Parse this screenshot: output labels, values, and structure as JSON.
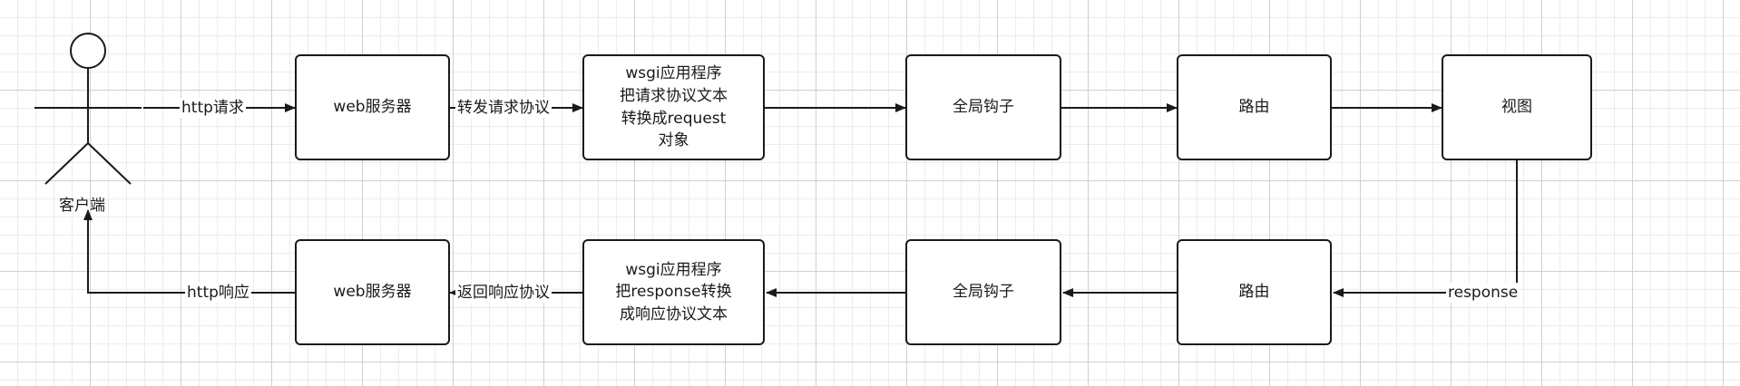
{
  "top_row": {
    "web_server": "web服务器",
    "wsgi": "wsgi应用程序\n把请求协议文本\n转换成request\n对象",
    "global_hook": "全局钩子",
    "router": "路由",
    "view": "视图"
  },
  "bottom_row": {
    "web_server": "web服务器",
    "wsgi": "wsgi应用程序\n把response转换\n成响应协议文本",
    "global_hook": "全局钩子",
    "router": "路由"
  },
  "edges": {
    "http_request": "http请求",
    "forward_protocol": "转发请求协议",
    "http_response": "http响应",
    "return_protocol": "返回响应协议",
    "response": "response"
  },
  "actor": {
    "label": "客户端"
  }
}
